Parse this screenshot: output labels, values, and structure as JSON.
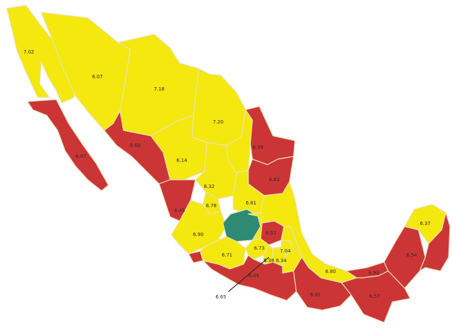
{
  "legend_colors": {
    "yellow": "#f4e80e",
    "red": "#cc3535",
    "teal": "#2f8a73"
  },
  "states": [
    {
      "id": "baja-california",
      "label": "7.02",
      "color": "yellow"
    },
    {
      "id": "baja-california-sur",
      "label": "6.07",
      "color": "red"
    },
    {
      "id": "sonora",
      "label": "6.07",
      "color": "yellow"
    },
    {
      "id": "chihuahua",
      "label": "7.18",
      "color": "yellow"
    },
    {
      "id": "coahuila",
      "label": "7.20",
      "color": "yellow"
    },
    {
      "id": "nuevo-leon",
      "label": "",
      "color": "yellow"
    },
    {
      "id": "tamaulipas-north",
      "label": "6.99",
      "color": "red"
    },
    {
      "id": "tamaulipas-south",
      "label": "6.62",
      "color": "red"
    },
    {
      "id": "sinaloa",
      "label": "6.60",
      "color": "red"
    },
    {
      "id": "durango",
      "label": "6.14",
      "color": "yellow"
    },
    {
      "id": "zacatecas",
      "label": "6.32",
      "color": "yellow"
    },
    {
      "id": "san-luis-potosi",
      "label": "6.81",
      "color": "yellow"
    },
    {
      "id": "aguascalientes",
      "label": "6.78",
      "color": "yellow"
    },
    {
      "id": "nayarit",
      "label": "6.45",
      "color": "red"
    },
    {
      "id": "jalisco",
      "label": "6.90",
      "color": "yellow"
    },
    {
      "id": "guanajuato",
      "label": "",
      "color": "teal"
    },
    {
      "id": "hidalgo",
      "label": "6.57",
      "color": "red"
    },
    {
      "id": "queretaro",
      "label": "",
      "color": "yellow"
    },
    {
      "id": "colima",
      "label": "",
      "color": "red"
    },
    {
      "id": "michoacan",
      "label": "6.71",
      "color": "yellow"
    },
    {
      "id": "estado-de-mexico",
      "label": "6.73",
      "color": "yellow"
    },
    {
      "id": "cdmx",
      "label": "6.38",
      "color": "yellow"
    },
    {
      "id": "morelos",
      "label": "6.34",
      "color": "yellow"
    },
    {
      "id": "tlaxcala",
      "label": "7.04",
      "color": "yellow"
    },
    {
      "id": "puebla",
      "label": "",
      "color": "yellow"
    },
    {
      "id": "veracruz",
      "label": "6.80",
      "color": "yellow"
    },
    {
      "id": "guerrero",
      "label": "6.05",
      "color": "red"
    },
    {
      "id": "oaxaca",
      "label": "6.81",
      "color": "red"
    },
    {
      "id": "tabasco",
      "label": "6.90",
      "color": "red"
    },
    {
      "id": "chiapas",
      "label": "6.57",
      "color": "red"
    },
    {
      "id": "campeche",
      "label": "6.54",
      "color": "red"
    },
    {
      "id": "yucatan",
      "label": "6.37",
      "color": "yellow"
    },
    {
      "id": "quintana-roo",
      "label": "",
      "color": "red"
    }
  ],
  "callouts": [
    {
      "id": "cdmx-callout",
      "label": "6.65"
    }
  ]
}
